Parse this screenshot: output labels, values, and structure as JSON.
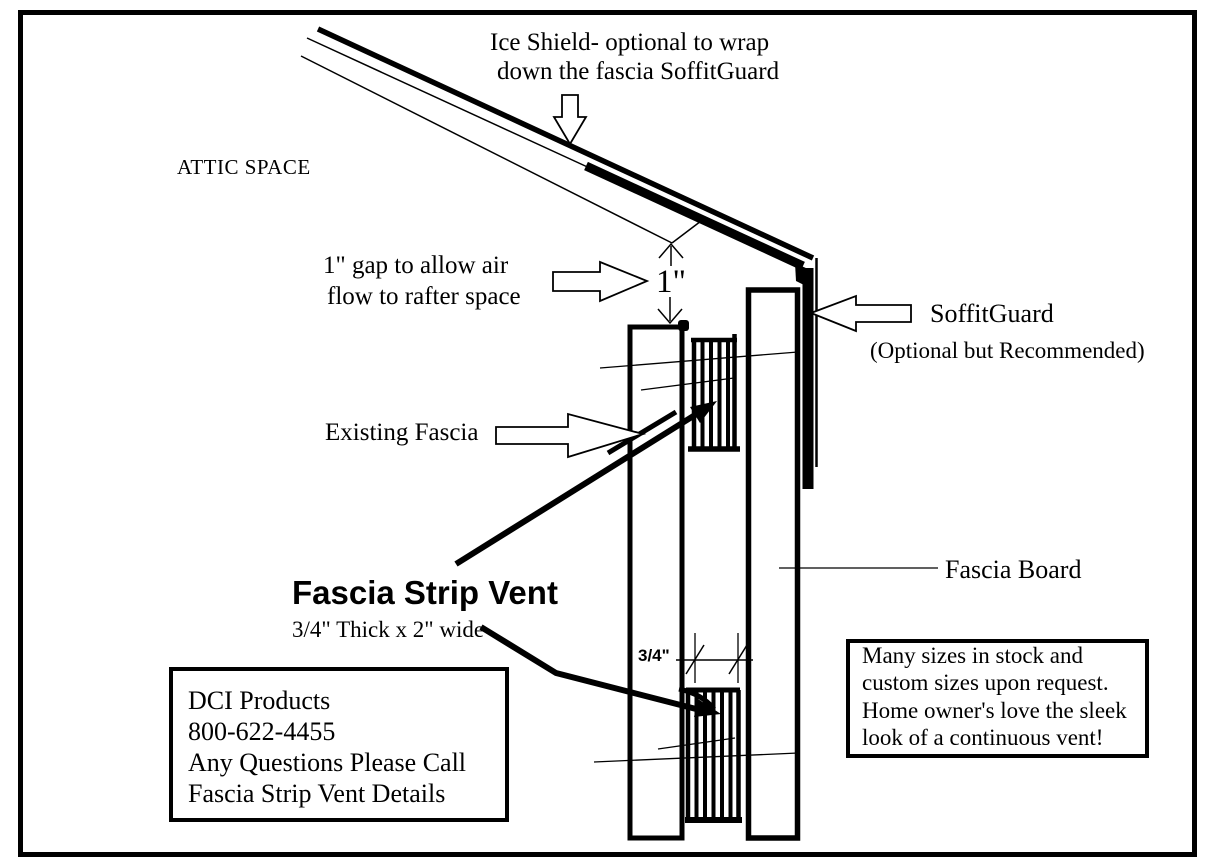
{
  "diagram": {
    "labels": {
      "ice_shield_note_line1": "Ice Shield- optional to wrap",
      "ice_shield_note_line2": "down the fascia SoffitGuard",
      "attic_space": "ATTIC SPACE",
      "gap_note_line1": "1\" gap to allow air",
      "gap_note_line2": "flow to rafter space",
      "gap_dimension": "1\"",
      "soffitguard": "SoffitGuard",
      "soffitguard_sub": "(Optional but Recommended)",
      "existing_fascia": "Existing Fascia",
      "fascia_strip_vent": "Fascia Strip Vent",
      "fascia_strip_vent_sub": "3/4\" Thick x 2\" wide",
      "fascia_board": "Fascia Board",
      "thickness_dimension": "3/4\""
    },
    "contact_box": {
      "lines": [
        "DCI Products",
        "800-622-4455",
        "Any Questions Please Call",
        "Fascia Strip Vent Details"
      ]
    },
    "marketing_box": {
      "lines": [
        "Many sizes in stock and",
        "custom sizes upon request.",
        "Home owner's love the sleek",
        "look of a continuous vent!"
      ]
    },
    "colors": {
      "ink": "#000000",
      "paper": "#ffffff"
    }
  }
}
